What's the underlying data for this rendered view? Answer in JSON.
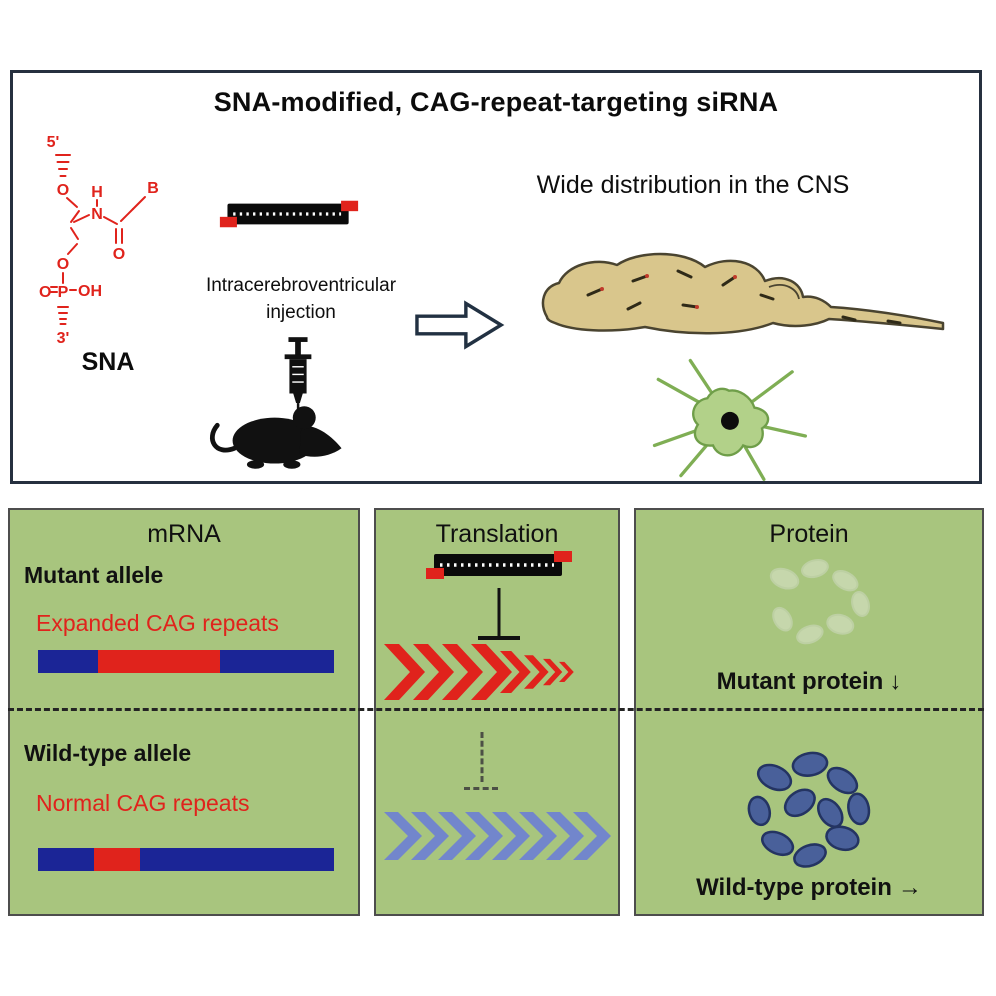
{
  "top": {
    "title": "SNA-modified, CAG-repeat-targeting siRNA",
    "sna_caption": "SNA",
    "injection_line1": "Intracerebroventricular",
    "injection_line2": "injection",
    "cns_caption": "Wide distribution in the CNS",
    "structure": {
      "five_prime": "5'",
      "three_prime": "3'",
      "o_top": "O",
      "h": "H",
      "n": "N",
      "carbonyl_o": "O",
      "base": "B",
      "o_mid": "O",
      "o_double": "O",
      "p": "P",
      "oh": "OH"
    }
  },
  "mrna_panel": {
    "title": "mRNA",
    "mutant_heading": "Mutant allele",
    "mutant_caption": "Expanded CAG repeats",
    "wild_heading": "Wild-type allele",
    "wild_caption": "Normal CAG repeats"
  },
  "translation_panel": {
    "title": "Translation"
  },
  "protein_panel": {
    "title": "Protein",
    "mutant_label": "Mutant protein",
    "mutant_arrow": "↓",
    "wild_label": "Wild-type protein",
    "wild_arrow": "→"
  },
  "colors": {
    "panel_green": "#a8c57e",
    "signal_red": "#e0231c",
    "allele_blue": "#1b2596",
    "chevron_blue": "#7286cc",
    "protein_blue": "#49609a",
    "brain_tan": "#d9c68c",
    "neuron_green": "#b2d189",
    "ink": "#111111"
  }
}
